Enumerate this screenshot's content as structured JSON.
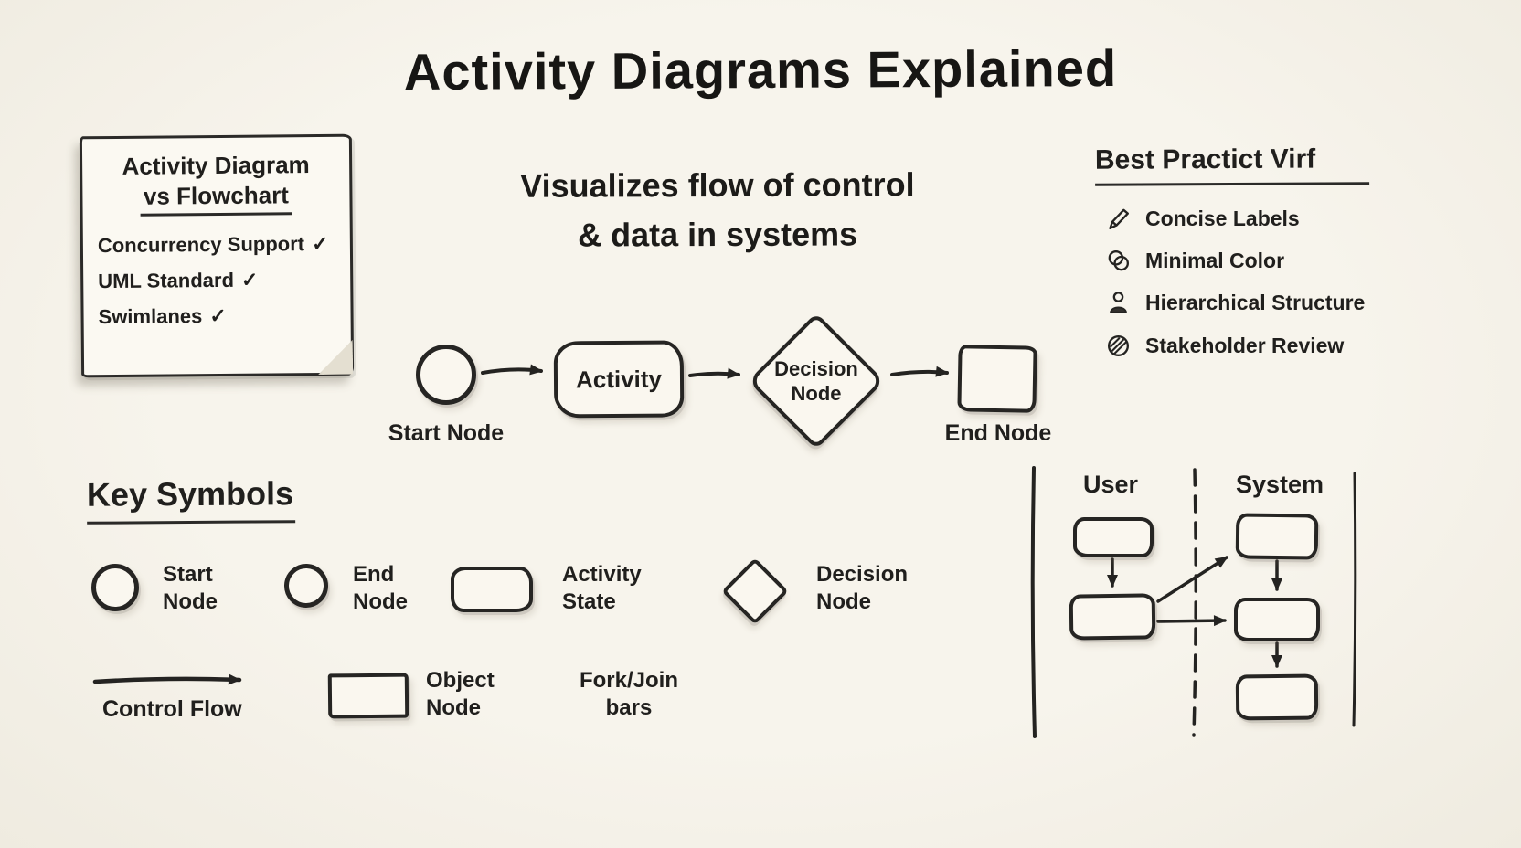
{
  "title": "Activity Diagrams Explained",
  "note": {
    "heading_line1": "Activity Diagram",
    "heading_line2": "vs Flowchart",
    "items": [
      {
        "label": "Concurrency Support",
        "check": "✓"
      },
      {
        "label": "UML Standard",
        "check": "✓"
      },
      {
        "label": "Swimlanes",
        "check": "✓"
      }
    ]
  },
  "subtitle": {
    "line1": "Visualizes flow of control",
    "line2": "& data in systems"
  },
  "flow": {
    "start_label": "Start Node",
    "activity_label": "Activity",
    "decision_line1": "Decision",
    "decision_line2": "Node",
    "end_label": "End Node"
  },
  "best_practices": {
    "heading": "Best Practict Virf",
    "items": [
      {
        "icon": "pencil-icon",
        "label": "Concise Labels"
      },
      {
        "icon": "overlapping-circles-icon",
        "label": "Minimal Color"
      },
      {
        "icon": "person-icon",
        "label": "Hierarchical Structure"
      },
      {
        "icon": "shaded-circle-icon",
        "label": "Stakeholder Review"
      }
    ]
  },
  "key_symbols": {
    "heading": "Key Symbols",
    "start": {
      "line1": "Start",
      "line2": "Node"
    },
    "end": {
      "line1": "End",
      "line2": "Node"
    },
    "activity": {
      "line1": "Activity",
      "line2": "State"
    },
    "decision": {
      "line1": "Decision",
      "line2": "Node"
    },
    "control_flow": "Control Flow",
    "object": {
      "line1": "Object",
      "line2": "Node"
    },
    "fork_join": {
      "line1": "Fork/Join",
      "line2": "bars"
    }
  },
  "swimlane": {
    "left_label": "User",
    "right_label": "System"
  },
  "colors": {
    "background": "#f5f2e8",
    "ink": "#242321",
    "paper": "#faf7ef"
  }
}
